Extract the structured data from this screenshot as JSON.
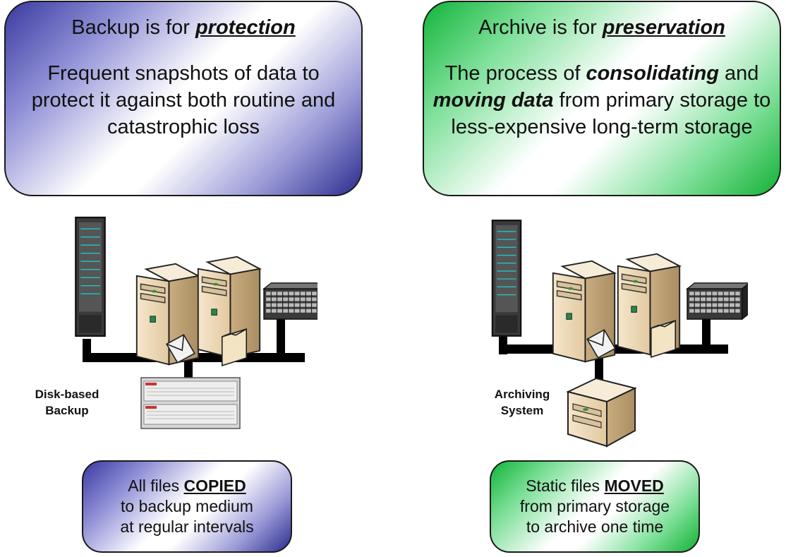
{
  "backup": {
    "title_prefix": "Backup is for ",
    "title_emphasis": "protection",
    "body": "Frequent snapshots of data to protect it against both routine and catastrophic loss",
    "device_label_1": "Disk-based",
    "device_label_2": "Backup",
    "note_line1_prefix": "All files ",
    "note_keyword": "COPIED",
    "note_line2": "to backup medium",
    "note_line3": "at regular intervals",
    "color": "#2f2f96"
  },
  "archive": {
    "title_prefix": "Archive is for ",
    "title_emphasis": "preservation",
    "body_part1": "The process of ",
    "body_emph1": "consolidating",
    "body_part2": " and ",
    "body_emph2": "moving data",
    "body_part3": " from primary storage to less-expensive long-term storage",
    "device_label_1": "Archiving",
    "device_label_2": "System",
    "note_line1_prefix": "Static files ",
    "note_keyword": "MOVED",
    "note_line2": "from primary storage",
    "note_line3": "to archive one time",
    "color": "#13b23a"
  },
  "icons": {
    "rack": "server-rack-icon",
    "tower": "tower-server-icon",
    "envelope": "envelope-icon",
    "folder": "folder-icon",
    "disk_array": "disk-array-icon"
  }
}
